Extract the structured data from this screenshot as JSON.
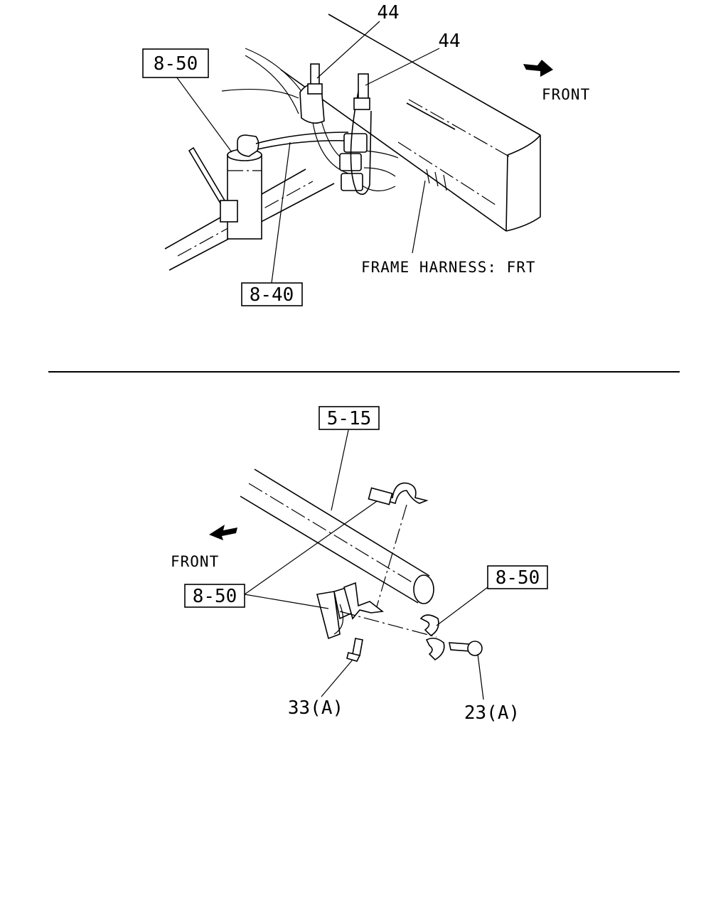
{
  "upper": {
    "ref_box_left": "8-50",
    "ref_box_bottom": "8-40",
    "callout_tie_1": "44",
    "callout_tie_2": "44",
    "front_label": "FRONT",
    "harness_label": "FRAME HARNESS: FRT"
  },
  "lower": {
    "ref_box_top": "5-15",
    "ref_box_left": "8-50",
    "ref_box_right": "8-50",
    "front_label": "FRONT",
    "callout_bolt_left": "33(A)",
    "callout_bolt_right": "23(A)"
  },
  "icons": [
    "front-arrow-icon"
  ]
}
